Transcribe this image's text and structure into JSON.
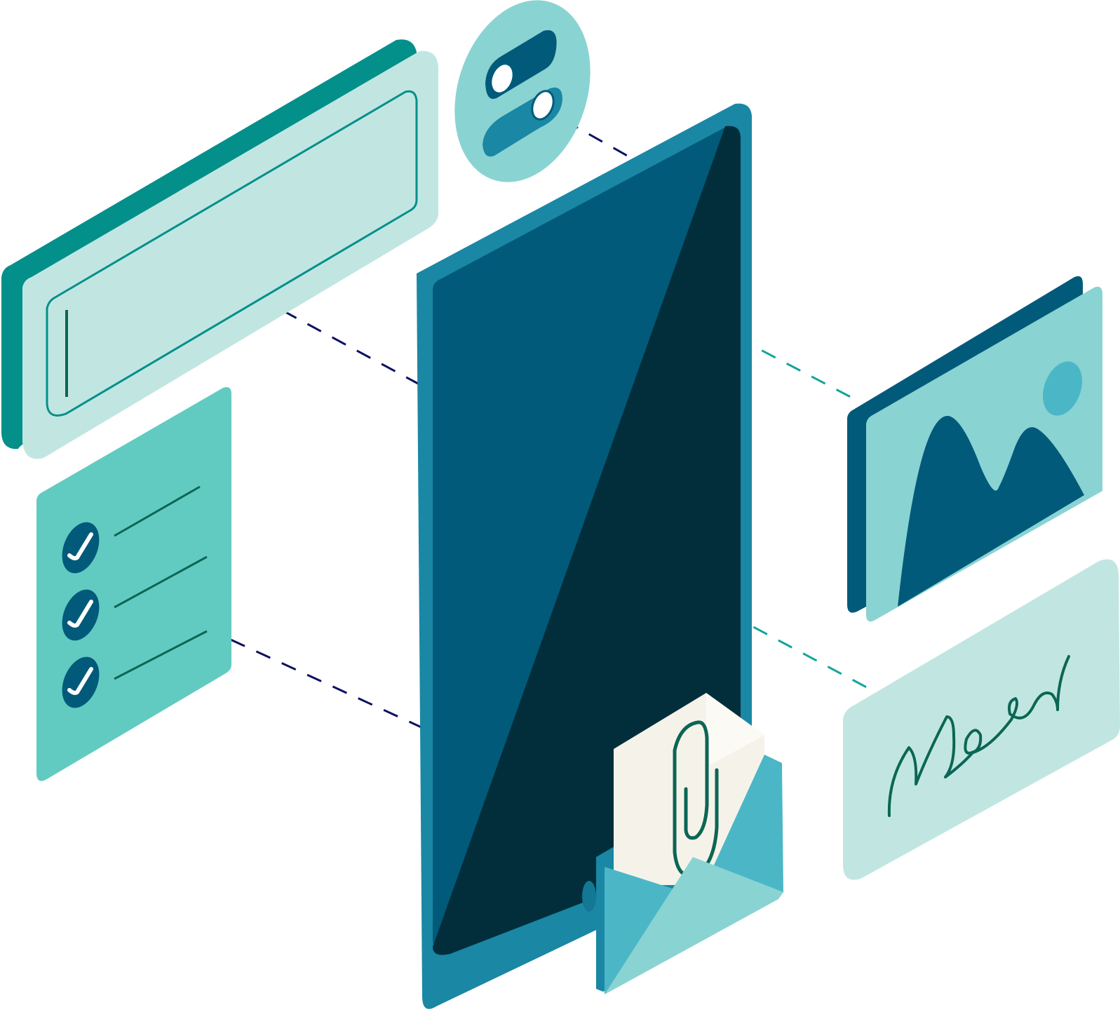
{
  "illustration": {
    "icons": [
      "text-input-panel-icon",
      "toggle-switches-icon",
      "smartphone-icon",
      "checklist-panel-icon",
      "image-panel-icon",
      "signature-panel-icon",
      "envelope-with-attachment-icon"
    ],
    "checklist_items_checked": [
      true,
      true,
      true
    ],
    "toggles": [
      {
        "name": "toggle-1",
        "state": "on"
      },
      {
        "name": "toggle-2",
        "state": "on"
      }
    ]
  },
  "colors": {
    "teal_dark": "#038f8a",
    "mint_light": "#c1e6e2",
    "mint_mid": "#8ad3d3",
    "turquoise": "#62cbc1",
    "phone_frame": "#1a87a4",
    "phone_screen": "#025a7a",
    "phone_glare": "#022e3b",
    "navy_dash": "#0c1060",
    "teal_dash": "#13a59b",
    "envelope_blue": "#4bb7c6",
    "paper": "#f5f3e9",
    "ink_green": "#0b6655"
  }
}
